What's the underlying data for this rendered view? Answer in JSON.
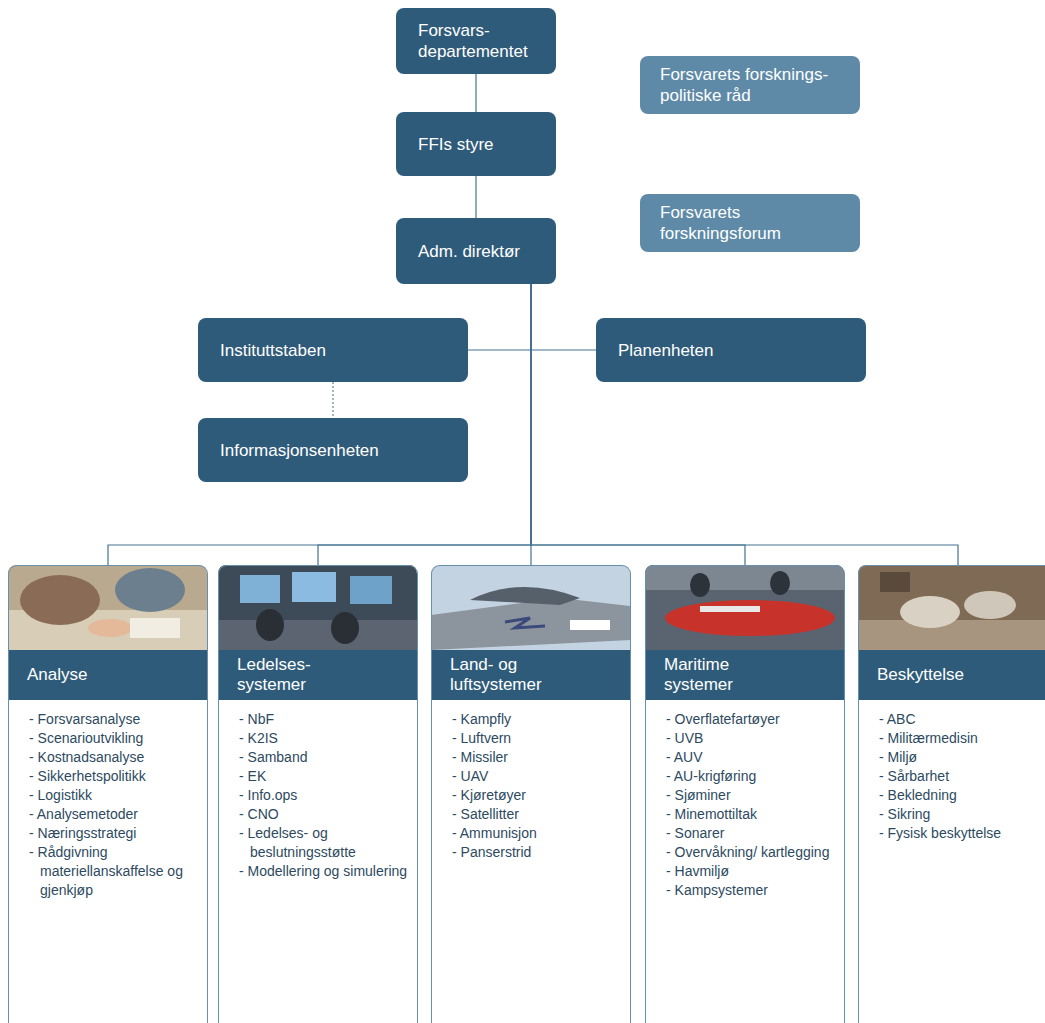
{
  "diagram": {
    "nodes": [
      {
        "text": [
          "Forsvars- departementet"
        ]
      },
      {
        "text": [
          "Forsvarets forsknings- politiske råd"
        ]
      },
      {
        "text": [
          "FFIs styre"
        ]
      },
      {
        "text": [
          "Forsvarets forskningsforum"
        ]
      },
      {
        "text": [
          "Adm. direktør"
        ]
      },
      {
        "text": [
          "Instituttstaben"
        ]
      },
      {
        "text": [
          "Planenheten"
        ]
      },
      {
        "text": [
          "Informasjonsenheten"
        ]
      },
      {
        "text": [
          "Analyse",
          "- Forsvarsanalyse",
          "- Scenarioutvikling",
          "- Kostnadsanalyse",
          "- Sikkerhetspolitikk",
          "- Logistikk",
          "- Analysemetoder",
          "- Næringsstrategi",
          "- Rådgivning materiellanskaffelse og gjenkjøp"
        ]
      },
      {
        "text": [
          "Ledelses- systemer",
          "- NbF",
          "- K2IS",
          "- Samband",
          "- EK",
          "- Info.ops",
          "- CNO",
          "- Ledelses- og beslutningsstøtte",
          "- Modellering og simulering"
        ]
      },
      {
        "text": [
          "Land- og luftsystemer",
          "- Kampfly",
          "- Luftvern",
          "- Missiler",
          "- UAV",
          "- Kjøretøyer",
          "- Satellitter",
          "- Ammunisjon",
          "- Panserstrid"
        ]
      },
      {
        "text": [
          "Maritime systemer",
          "- Overflatefartøyer",
          "- UVB",
          "- AUV",
          "- AU-krigføring",
          "- Sjøminer",
          "- Minemottiltak",
          "- Sonarer",
          "- Overvåkning/ kartlegging",
          "- Havmiljø",
          "- Kampsystemer"
        ]
      },
      {
        "text": [
          "Beskyttelse",
          "- ABC",
          "- Militærmedisin",
          "- Miljø",
          "- Sårbarhet",
          "- Bekledning",
          "- Sikring",
          "- Fysisk beskyttelse"
        ]
      }
    ],
    "edges": [
      {
        "from": 0,
        "to": 2,
        "arrow": "none"
      },
      {
        "from": 2,
        "to": 4,
        "arrow": "none"
      },
      {
        "from": 4,
        "to": 5,
        "arrow": "none"
      },
      {
        "from": 4,
        "to": 6,
        "arrow": "none"
      },
      {
        "from": 5,
        "to": 7,
        "arrow": "none"
      },
      {
        "from": 4,
        "to": 8,
        "arrow": "none"
      },
      {
        "from": 4,
        "to": 9,
        "arrow": "none"
      },
      {
        "from": 4,
        "to": 10,
        "arrow": "none"
      },
      {
        "from": 4,
        "to": 11,
        "arrow": "none"
      },
      {
        "from": 4,
        "to": 12,
        "arrow": "none"
      }
    ]
  }
}
